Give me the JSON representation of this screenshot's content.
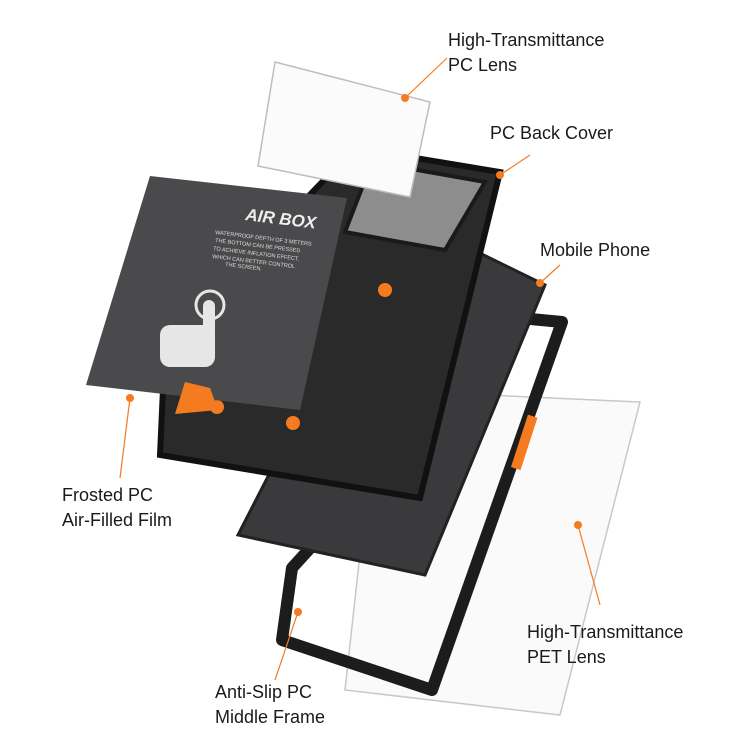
{
  "accent_color": "#f47b20",
  "labels": {
    "pc_lens": [
      "High-Transmittance",
      "PC Lens"
    ],
    "back_cover": "PC Back Cover",
    "phone": "Mobile Phone",
    "air_film": [
      "Frosted PC",
      "Air-Filled Film"
    ],
    "pet_lens": [
      "High-Transmittance",
      "PET Lens"
    ],
    "middle_frame": [
      "Anti-Slip PC",
      "Middle Frame"
    ]
  },
  "air_box": {
    "title": "AIR BOX",
    "text": [
      "WATERPROOF DEPTH OF 3 METERS",
      "THE BOTTOM CAN BE PRESSED",
      "TO ACHIEVE INFLATION EFFECT,",
      "WHICH CAN BETTER CONTROL",
      "THE SCREEN."
    ]
  }
}
